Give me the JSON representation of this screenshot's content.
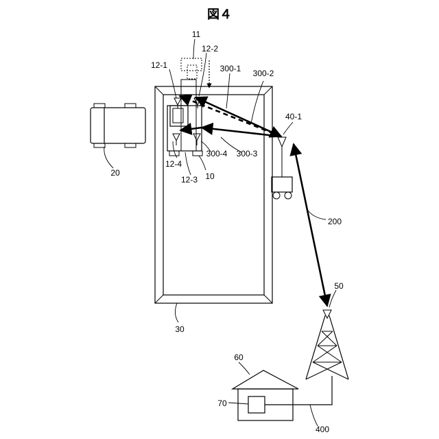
{
  "figure": {
    "title": "図４",
    "labels": {
      "l11": "11",
      "l12_2": "12-2",
      "l12_1": "12-1",
      "l300_1": "300-1",
      "l300_2": "300-2",
      "l40_1": "40-1",
      "l20": "20",
      "l12_4": "12-4",
      "l300_4": "300-4",
      "l300_3": "300-3",
      "l12_3": "12-3",
      "l10": "10",
      "l200": "200",
      "l50": "50",
      "l30": "30",
      "l60": "60",
      "l70": "70",
      "l400": "400"
    }
  }
}
